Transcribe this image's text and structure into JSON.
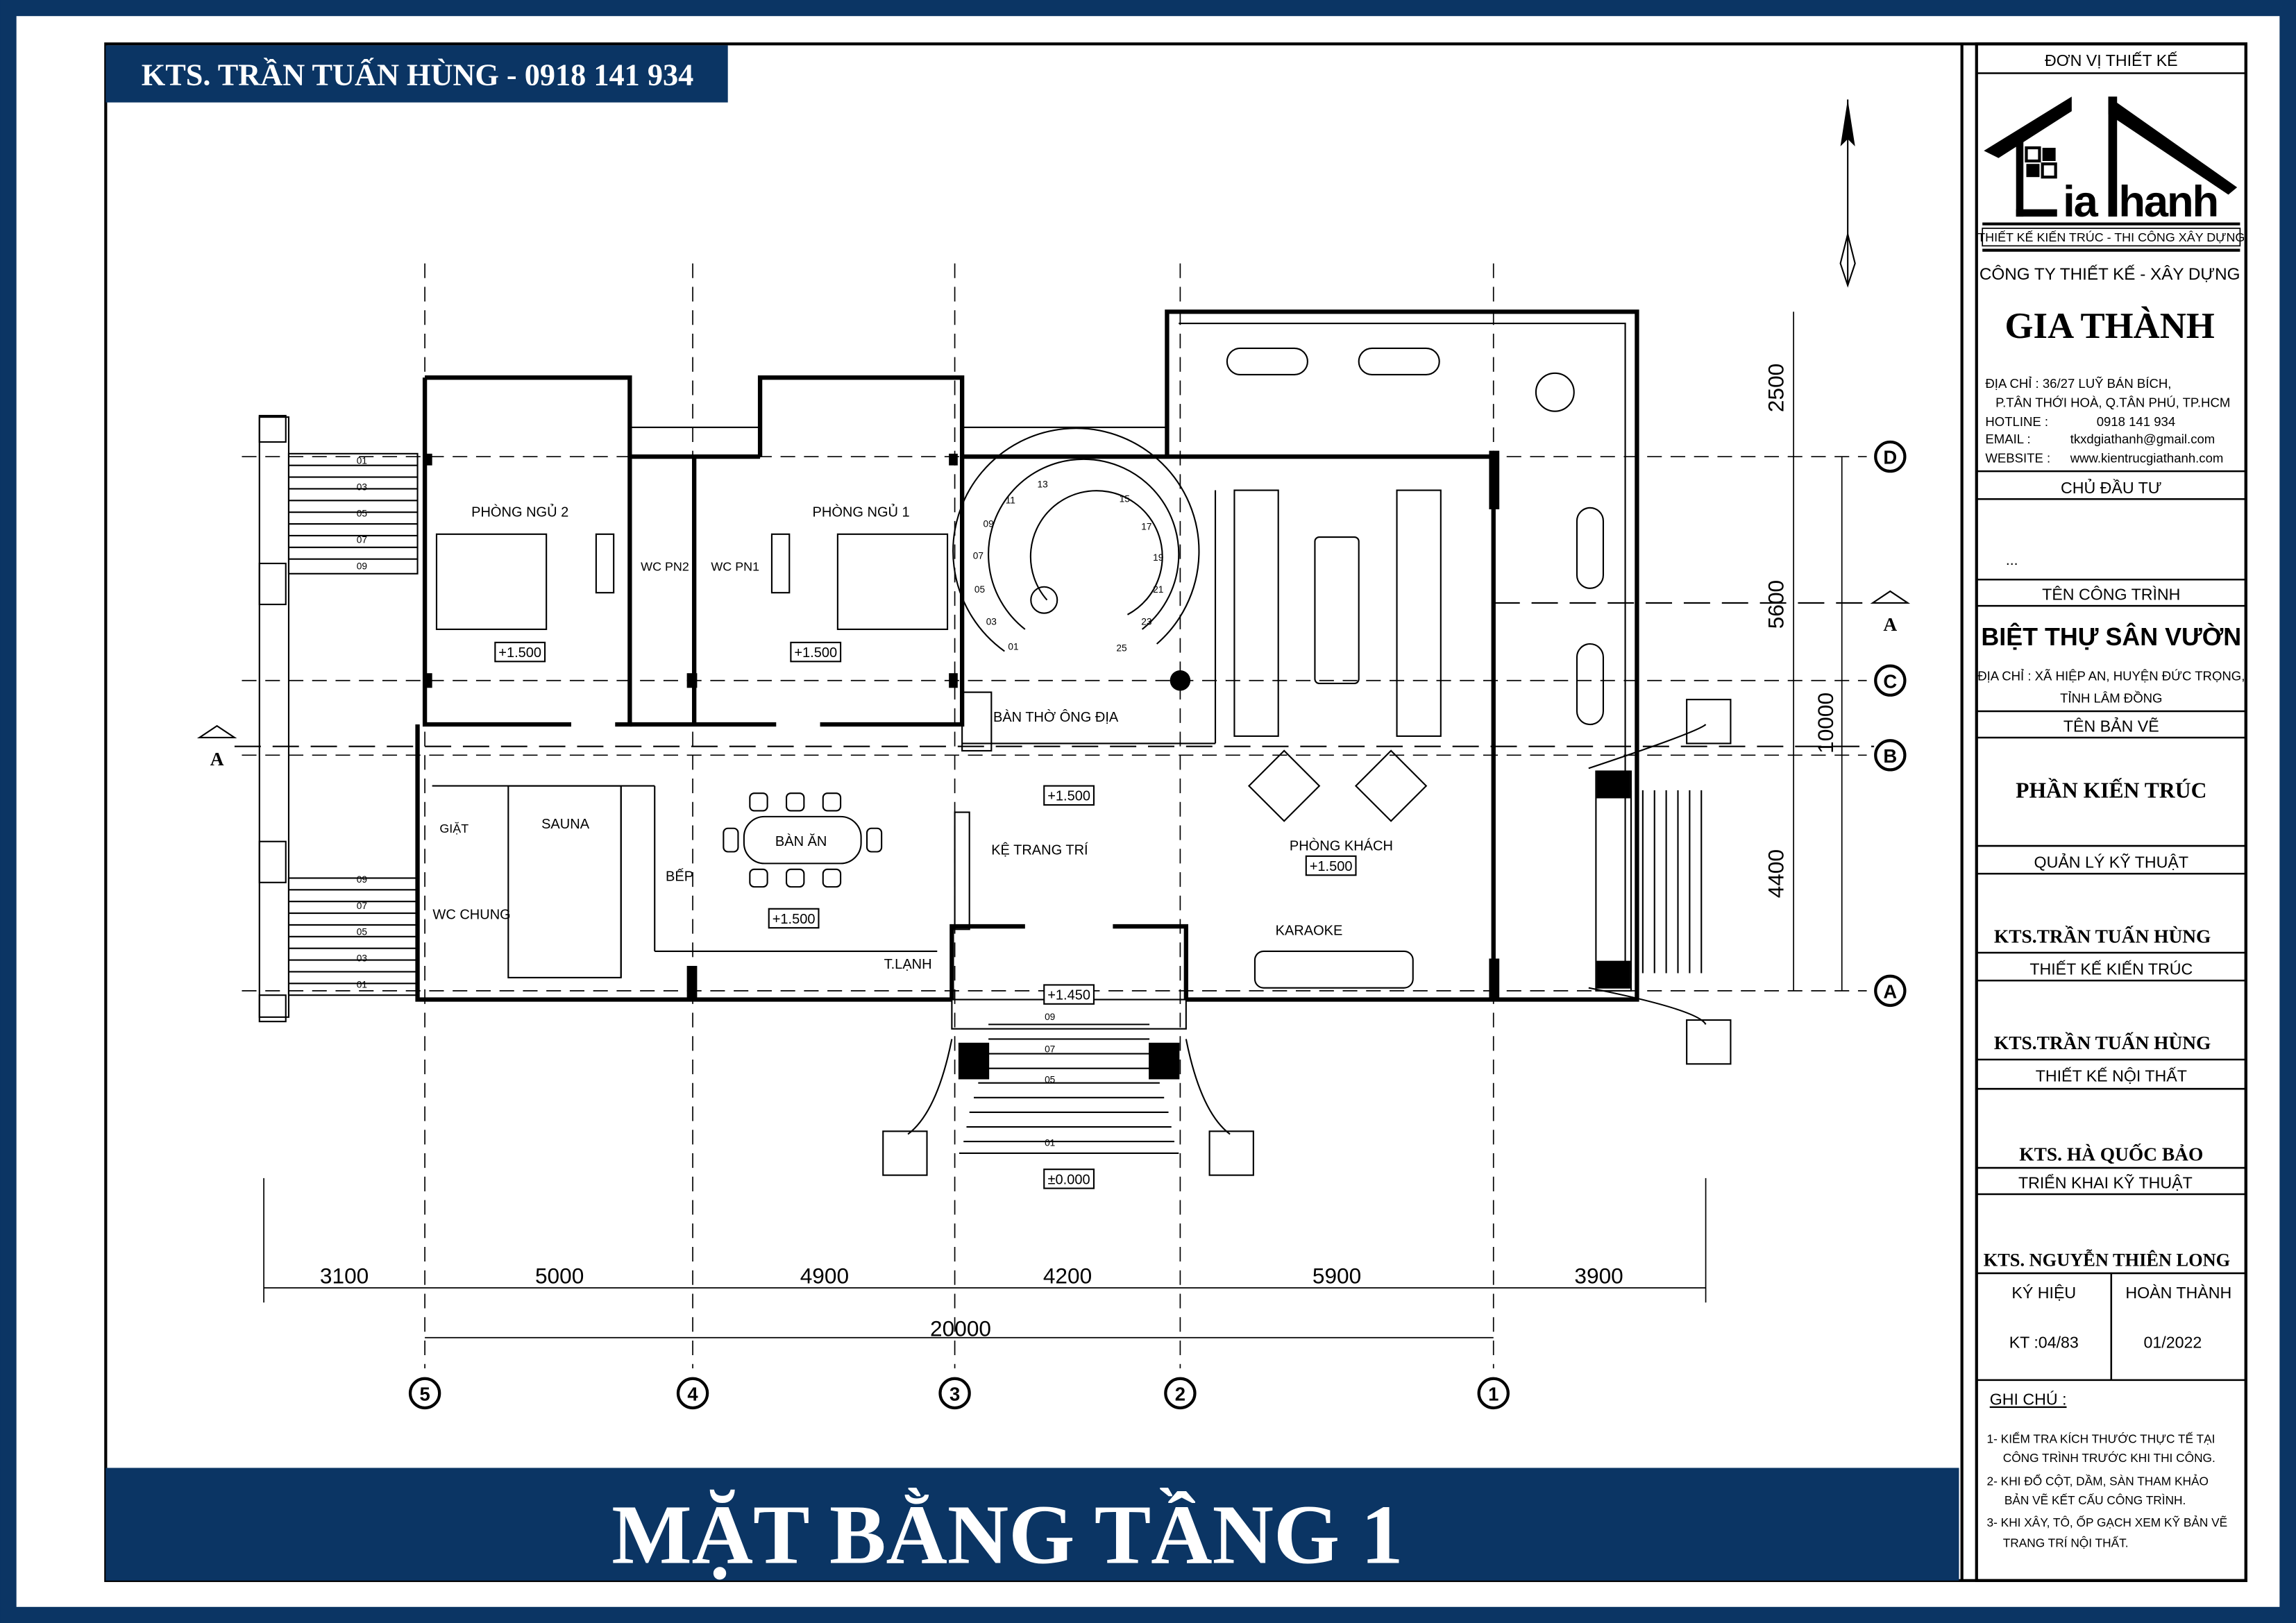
{
  "header": {
    "architect_badge": "KTS. TRẦN TUẤN HÙNG - 0918 141 934"
  },
  "footer": {
    "drawing_title": "MẶT BẰNG TẦNG 1"
  },
  "colors": {
    "frame_blue": "#0b3564",
    "paper": "#ffffff",
    "ink": "#000000"
  },
  "title_block": {
    "design_unit_label": "ĐƠN VỊ THIẾT KẾ",
    "logo_text": "GiaThanh",
    "slogan": "THIẾT KẾ KIẾN TRÚC - THI CÔNG XÂY DỰNG",
    "company_line": "CÔNG TY THIẾT KẾ - XÂY DỰNG",
    "company_name": "GIA THÀNH",
    "address_1": "ĐỊA CHỈ : 36/27 LUỸ BÁN BÍCH,",
    "address_2": "P.TÂN THỚI HOÀ, Q.TÂN PHÚ, TP.HCM",
    "hotline_label": "HOTLINE   :",
    "hotline": "0918 141 934",
    "email_label": "EMAIL      :",
    "email": "tkxdgiathanh@gmail.com",
    "website_label": "WEBSITE  :",
    "website": "www.kientrucgiathanh.com",
    "owner_label": "CHỦ ĐẦU TƯ",
    "owner_value": "...",
    "project_label": "TÊN CÔNG TRÌNH",
    "project_name": "BIỆT THỰ SÂN VƯỜN",
    "project_address_1": "ĐỊA CHỈ : XÃ HIỆP AN, HUYỆN ĐỨC TRỌNG,",
    "project_address_2": "TỈNH LÂM ĐỒNG",
    "drawing_label": "TÊN BẢN VẼ",
    "drawing_name": "PHẦN KIẾN TRÚC",
    "tech_mgmt_label": "QUẢN LÝ KỸ THUẬT",
    "tech_mgmt_name": "KTS.TRẦN TUẤN HÙNG",
    "arch_design_label": "THIẾT KẾ KIẾN TRÚC",
    "arch_design_name": "KTS.TRẦN TUẤN HÙNG",
    "interior_label": "THIẾT KẾ NỘI THẤT",
    "interior_name": "KTS. HÀ QUỐC BẢO",
    "implementation_label": "TRIỂN KHAI KỸ THUẬT",
    "implementation_name": "KTS. NGUYỄN THIÊN LONG",
    "code_label": "KÝ HIỆU",
    "code_value": "KT :04/83",
    "completion_label": "HOÀN THÀNH",
    "completion_value": "01/2022",
    "notes_label": "GHI CHÚ :",
    "notes": [
      "1- KIỂM TRA KÍCH THƯỚC THỰC TẾ TẠI",
      "CÔNG TRÌNH TRƯỚC KHI THI CÔNG.",
      "2- KHI ĐỔ CỘT, DẦM, SÀN THAM KHẢO",
      "BẢN VẼ KẾT CẤU CÔNG TRÌNH.",
      "3- KHI XÂY, TÔ, ỐP GẠCH XEM KỸ BẢN VẼ",
      "TRANG TRÍ NỘI THẤT."
    ]
  },
  "plan": {
    "rooms": {
      "bedroom_2": "PHÒNG NGỦ 2",
      "bedroom_1": "PHÒNG NGỦ 1",
      "wc_pn2": "WC PN2",
      "wc_pn1": "WC PN1",
      "altar": "BÀN THỜ ÔNG ĐỊA",
      "sauna": "SAUNA",
      "laundry": "GIẶT",
      "wc_common": "WC CHUNG",
      "kitchen": "BẾP",
      "dining": "BÀN ĂN",
      "shelf": "KỆ TRANG TRÍ",
      "living": "PHÒNG KHÁCH",
      "karaoke": "KARAOKE",
      "fridge": "T.LẠNH"
    },
    "levels": {
      "bedroom_2": "+1.500",
      "bedroom_1": "+1.500",
      "hall": "+1.500",
      "dining": "+1.500",
      "living": "+1.500",
      "porch": "+1.450",
      "ground": "±0.000"
    },
    "dims_bottom": [
      "3100",
      "5000",
      "4900",
      "4200",
      "5900",
      "3900"
    ],
    "dim_total": "20000",
    "dims_right": [
      "2500",
      "5600",
      "4400"
    ],
    "dim_right_total": "10000",
    "axes_x": [
      "5",
      "4",
      "3",
      "2",
      "1"
    ],
    "axes_y": [
      "D",
      "C",
      "B",
      "A"
    ],
    "section_mark": "A",
    "spiral_steps": [
      "01",
      "03",
      "05",
      "07",
      "09",
      "11",
      "13",
      "15",
      "17",
      "19",
      "21",
      "23",
      "25"
    ],
    "side_steps_top": [
      "01",
      "03",
      "05",
      "07",
      "09"
    ],
    "side_steps_bottom": [
      "09",
      "07",
      "05",
      "03",
      "01"
    ],
    "entry_steps": [
      "09",
      "07",
      "05",
      "01"
    ]
  }
}
